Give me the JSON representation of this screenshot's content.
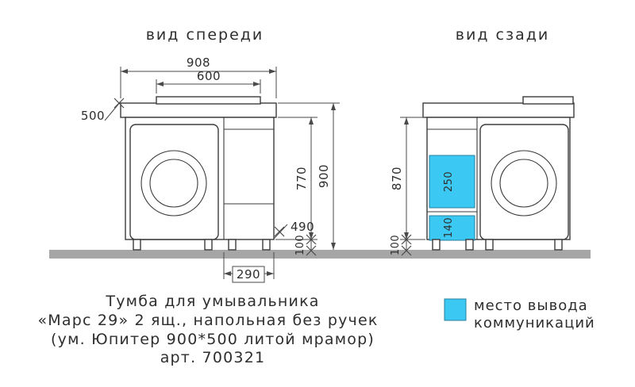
{
  "front": {
    "title": "вид спереди",
    "dim_width": "908",
    "dim_sink_width": "600",
    "dim_depth": "500",
    "dim_body_height": "770",
    "dim_total_height": "900",
    "dim_plinth": "490",
    "dim_legs": "100",
    "dim_drawer_width": "290"
  },
  "back": {
    "title": "вид сзади",
    "dim_height": "870",
    "dim_outlet_upper": "250",
    "dim_outlet_lower": "140",
    "dim_legs": "100"
  },
  "legend": {
    "swatch_color": "#3bc8f2",
    "label_line1": "место вывода",
    "label_line2": "коммуникаций"
  },
  "caption": {
    "line1": "Тумба для умывальника",
    "line2": "«Марс 29» 2 ящ., напольная без ручек",
    "line3": "(ум. Юпитер 900*500 литой мрамор)",
    "line4": "арт. 700321"
  }
}
